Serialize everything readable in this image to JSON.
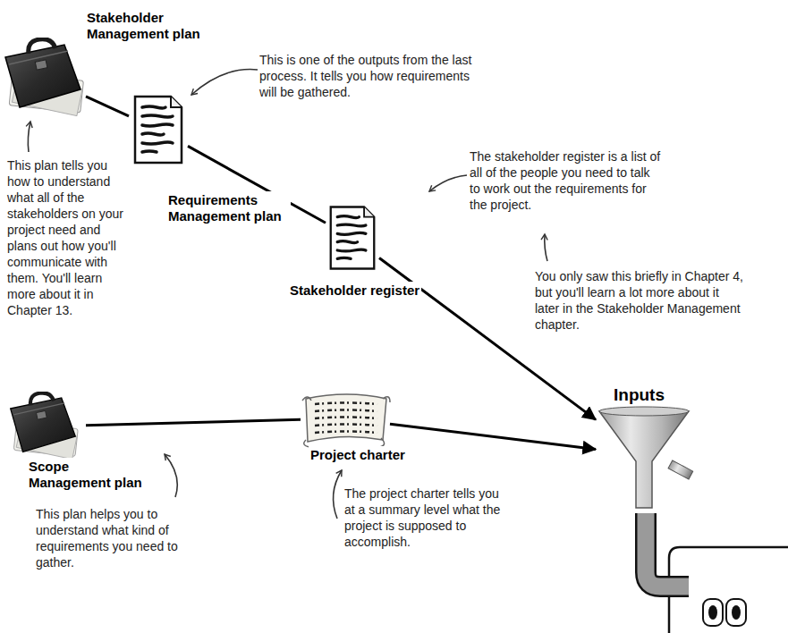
{
  "diagram": {
    "nodes": [
      {
        "text": [
          "Stakeholder Management plan"
        ]
      },
      {
        "text": [
          "Requirements Management plan"
        ]
      },
      {
        "text": [
          "Stakeholder register"
        ]
      },
      {
        "text": [
          "Scope Management plan"
        ]
      },
      {
        "text": [
          "Project charter"
        ]
      },
      {
        "text": [
          "Inputs"
        ]
      }
    ],
    "edges": [
      {
        "from": 0,
        "to": 1,
        "arrow": "none"
      },
      {
        "from": 1,
        "to": 2,
        "arrow": "none"
      },
      {
        "from": 2,
        "to": 5,
        "arrow": "to"
      },
      {
        "from": 3,
        "to": 4,
        "arrow": "none"
      },
      {
        "from": 4,
        "to": 5,
        "arrow": "to"
      }
    ],
    "labels": [
      "This is one of the outputs from the last process. It tells you how requirements will be gathered.",
      "This plan tells you how to understand what all of the stakeholders on your project need and plans out how you'll communicate with them. You'll learn more about it in Chapter 13.",
      "The stakeholder register is a list of all of the people you need to talk to work out the requirements for the project.",
      "You only saw this briefly in Chapter 4, but you'll learn a lot more about it later in the Stakeholder Management chapter.",
      "This plan helps you to understand what kind of requirements you need to gather.",
      "The project charter tells you at a summary level what the project is supposed to accomplish."
    ]
  }
}
